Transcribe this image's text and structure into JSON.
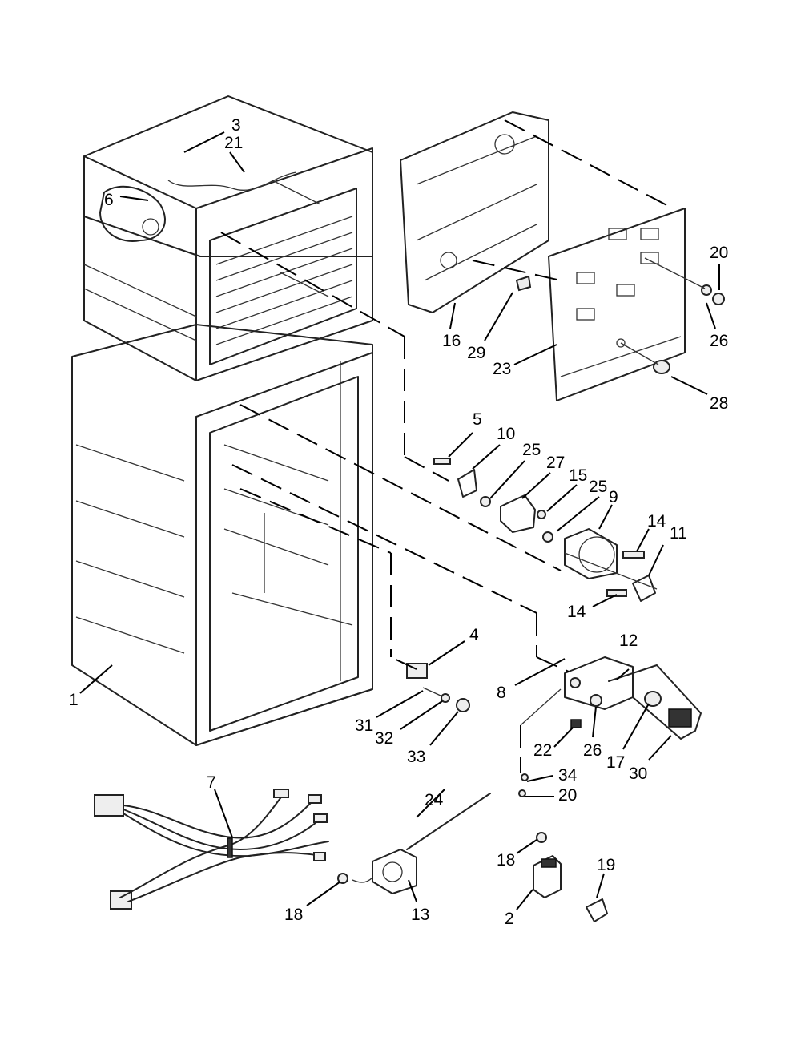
{
  "callouts": [
    {
      "id": "c3",
      "text": "3"
    },
    {
      "id": "c21",
      "text": "21"
    },
    {
      "id": "c6",
      "text": "6"
    },
    {
      "id": "c20a",
      "text": "20"
    },
    {
      "id": "c26a",
      "text": "26"
    },
    {
      "id": "c16",
      "text": "16"
    },
    {
      "id": "c29",
      "text": "29"
    },
    {
      "id": "c23",
      "text": "23"
    },
    {
      "id": "c28",
      "text": "28"
    },
    {
      "id": "c5",
      "text": "5"
    },
    {
      "id": "c10",
      "text": "10"
    },
    {
      "id": "c25a",
      "text": "25"
    },
    {
      "id": "c27",
      "text": "27"
    },
    {
      "id": "c15",
      "text": "15"
    },
    {
      "id": "c25b",
      "text": "25"
    },
    {
      "id": "c9",
      "text": "9"
    },
    {
      "id": "c14a",
      "text": "14"
    },
    {
      "id": "c11",
      "text": "11"
    },
    {
      "id": "c14b",
      "text": "14"
    },
    {
      "id": "c4",
      "text": "4"
    },
    {
      "id": "c12",
      "text": "12"
    },
    {
      "id": "c8",
      "text": "8"
    },
    {
      "id": "c1",
      "text": "1"
    },
    {
      "id": "c31",
      "text": "31"
    },
    {
      "id": "c32",
      "text": "32"
    },
    {
      "id": "c33",
      "text": "33"
    },
    {
      "id": "c22",
      "text": "22"
    },
    {
      "id": "c26b",
      "text": "26"
    },
    {
      "id": "c17",
      "text": "17"
    },
    {
      "id": "c30",
      "text": "30"
    },
    {
      "id": "c7",
      "text": "7"
    },
    {
      "id": "c24",
      "text": "24"
    },
    {
      "id": "c34",
      "text": "34"
    },
    {
      "id": "c20b",
      "text": "20"
    },
    {
      "id": "c18a",
      "text": "18"
    },
    {
      "id": "c19",
      "text": "19"
    },
    {
      "id": "c18b",
      "text": "18"
    },
    {
      "id": "c13",
      "text": "13"
    },
    {
      "id": "c2",
      "text": "2"
    }
  ]
}
